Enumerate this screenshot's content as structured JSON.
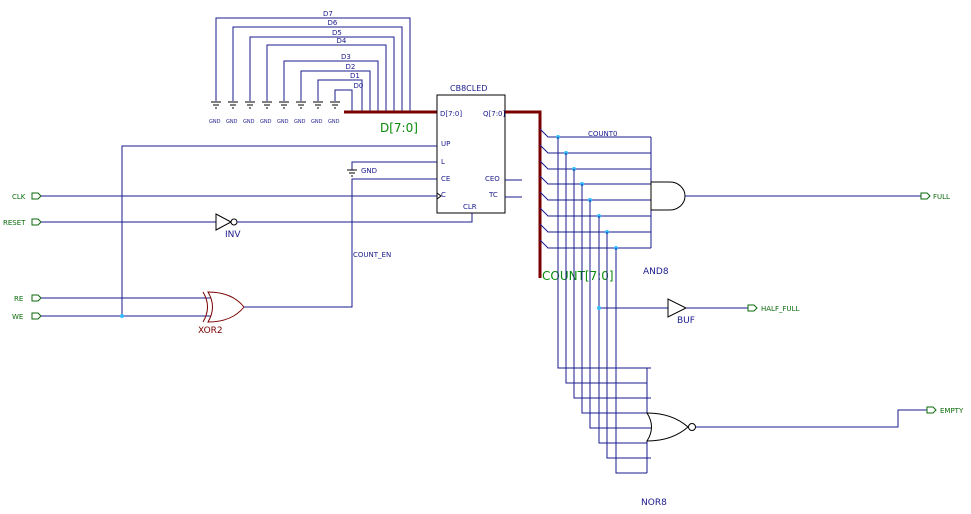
{
  "constants": {
    "d_bits": [
      "D7",
      "D6",
      "D5",
      "D4",
      "D3",
      "D2",
      "D1",
      "D0"
    ],
    "gnd_label": "GND"
  },
  "counter": {
    "name": "CB8CLED",
    "pins": {
      "d": "D[7:0]",
      "q": "Q[7:0]",
      "up": "UP",
      "l": "L",
      "ce": "CE",
      "c": "C",
      "ceo": "CEO",
      "tc": "TC",
      "clr": "CLR"
    },
    "load_gnd_label": "GND"
  },
  "buses": {
    "d_bus": "D[7:0]",
    "count_bus": "COUNT[7:0]",
    "count_bit0": "COUNT0"
  },
  "inputs": [
    "CLK",
    "RESET",
    "RE",
    "WE"
  ],
  "outputs": [
    "FULL",
    "HALF_FULL",
    "EMPTY"
  ],
  "gates": {
    "inv": "INV",
    "xor": "XOR2",
    "and": "AND8",
    "buf": "BUF",
    "nor": "NOR8"
  },
  "nets": {
    "count_en": "COUNT_EN"
  },
  "colors": {
    "wire": "#1a1a8c",
    "bus": "#7a0000",
    "io_label": "#0a6a0a",
    "bus_label": "#0a8a0a",
    "xor_gate": "#7a0000",
    "junction": "#33bbff"
  }
}
